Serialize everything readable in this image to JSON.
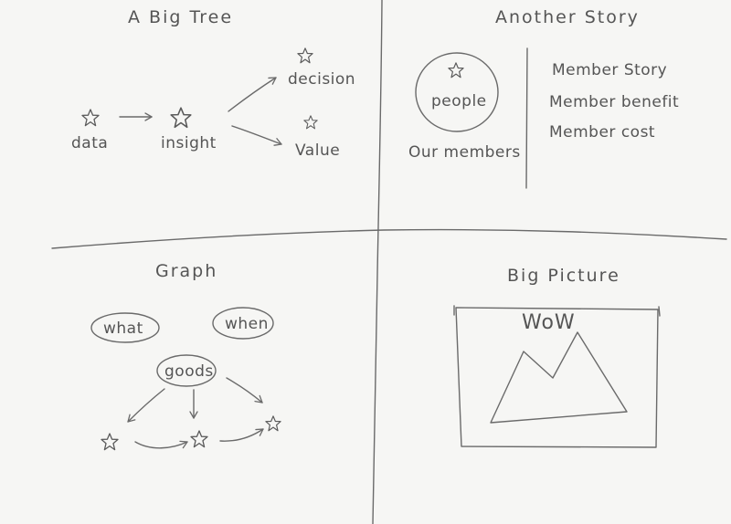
{
  "top_left": {
    "title": "A Big Tree",
    "nodes": {
      "data": "data",
      "insight": "insight",
      "decision": "decision",
      "value": "Value"
    }
  },
  "top_right": {
    "title": "Another Story",
    "circle_label": "people",
    "circle_caption": "Our members",
    "list": [
      "Member Story",
      "Member benefit",
      "Member cost"
    ]
  },
  "bottom_left": {
    "title": "Graph",
    "ovals": {
      "what": "what",
      "when": "when",
      "goods": "goods"
    }
  },
  "bottom_right": {
    "title": "Big Picture",
    "frame_text": "WoW"
  }
}
